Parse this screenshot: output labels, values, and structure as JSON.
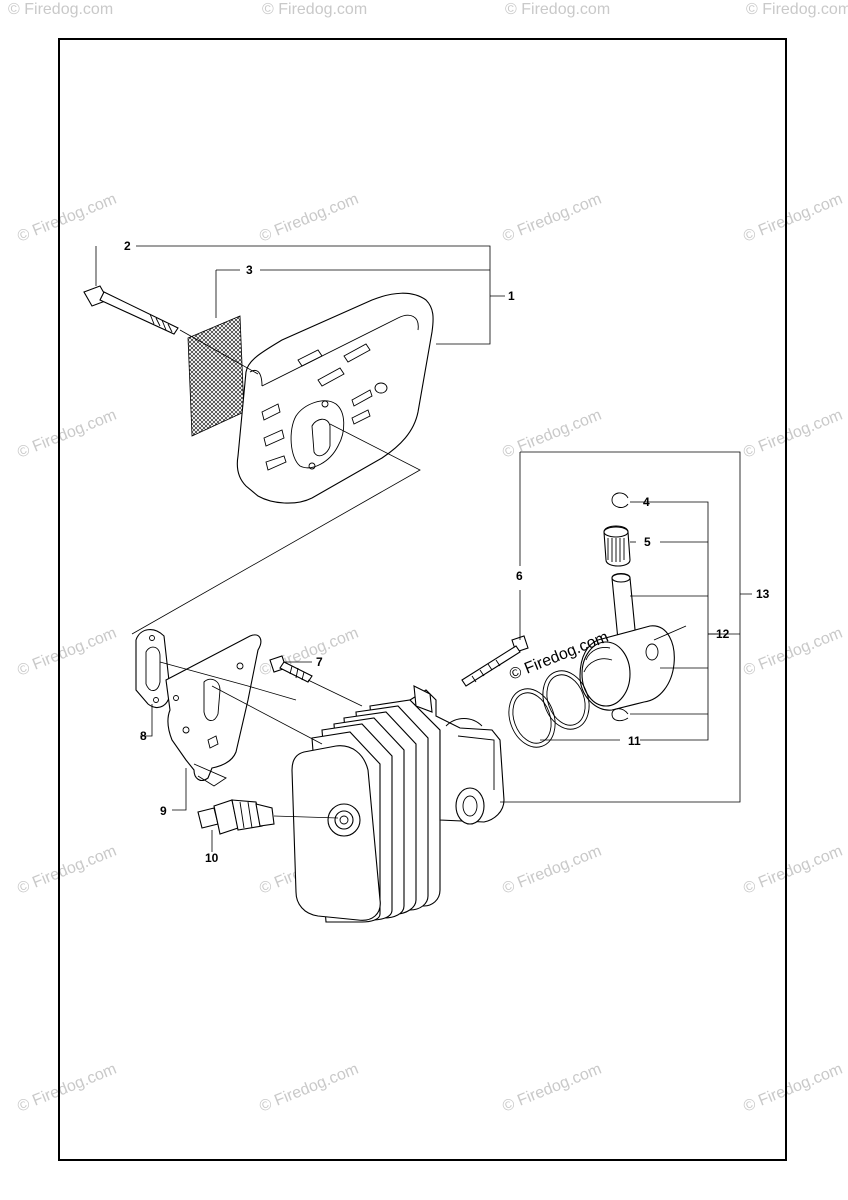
{
  "watermark": {
    "text": "© Firedog.com",
    "color": "#c9c9c9"
  },
  "callouts": {
    "c1": "1",
    "c2": "2",
    "c3": "3",
    "c4": "4",
    "c5": "5",
    "c6": "6",
    "c7": "7",
    "c8": "8",
    "c9": "9",
    "c10": "10",
    "c11": "11",
    "c12": "12",
    "c13": "13"
  }
}
